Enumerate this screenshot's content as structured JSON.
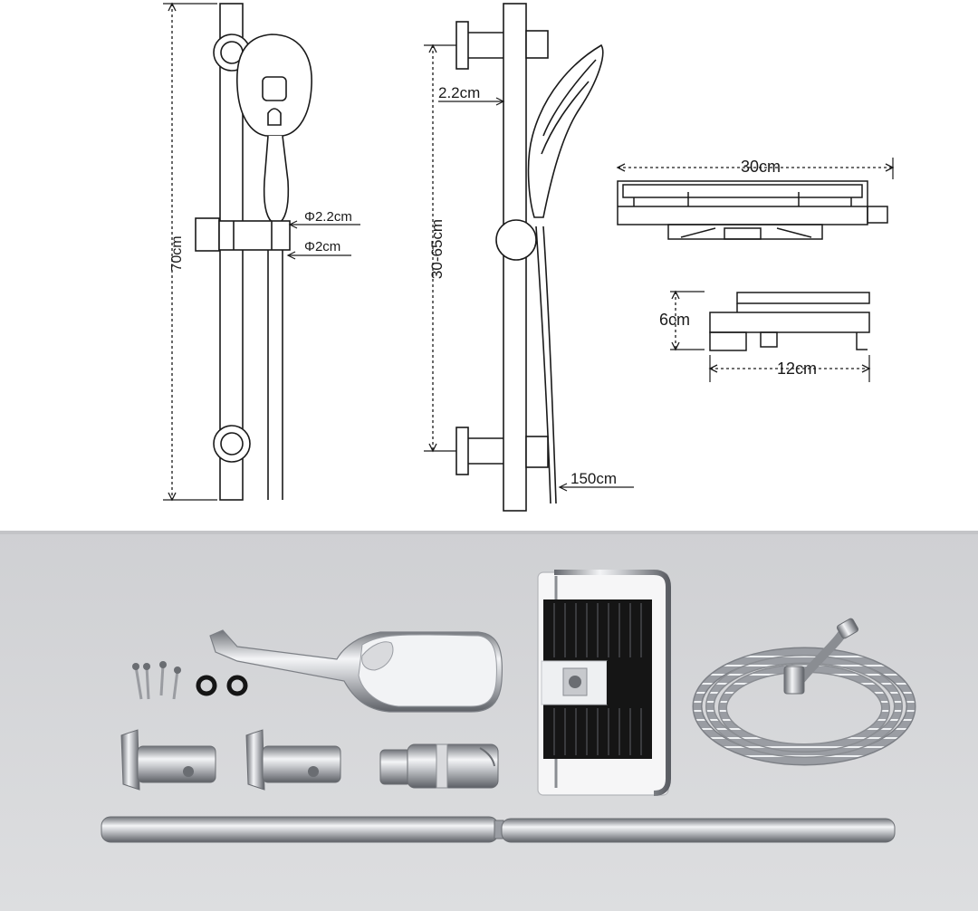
{
  "diagram": {
    "labels": {
      "total_height": "70cm",
      "bracket_diameter": "Φ2.2cm",
      "rail_diameter": "Φ2cm",
      "bracket_offset": "2.2cm",
      "adjust_range": "30-65cm",
      "hose_length": "150cm",
      "shelf_width": "30cm",
      "shelf_height": "6cm",
      "shelf_depth": "12cm"
    }
  },
  "colors": {
    "line": "#1a1a1a",
    "photo_bg": "#d6d7d9",
    "chrome_light": "#f2f3f5",
    "chrome_dark": "#7d8086",
    "black_part": "#151515"
  }
}
